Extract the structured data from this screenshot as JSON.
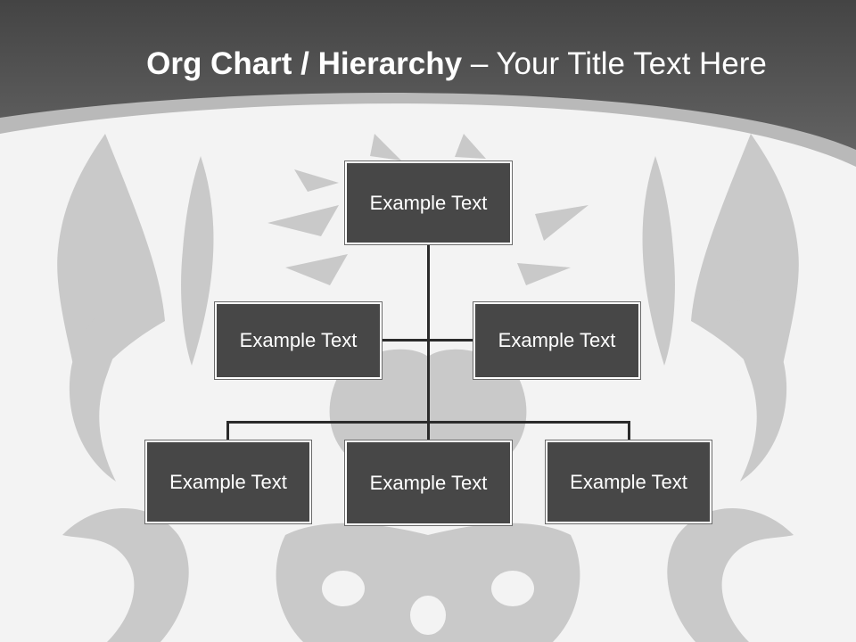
{
  "title": {
    "bold": "Org Chart / Hierarchy",
    "separator": " – ",
    "light": "Your Title Text Here"
  },
  "colors": {
    "header": "#5a5a5a",
    "band": "#b9b9b9",
    "node_fill": "#474747",
    "node_border": "#ffffff",
    "connector": "#2b2b2b",
    "watermark": "#c8c8c8"
  },
  "background_art": "tribal-dragon-watermark",
  "nodes": {
    "top": "Example Text",
    "mid_left": "Example Text",
    "mid_right": "Example Text",
    "bottom_left": "Example Text",
    "bottom_center": "Example Text",
    "bottom_right": "Example Text"
  }
}
